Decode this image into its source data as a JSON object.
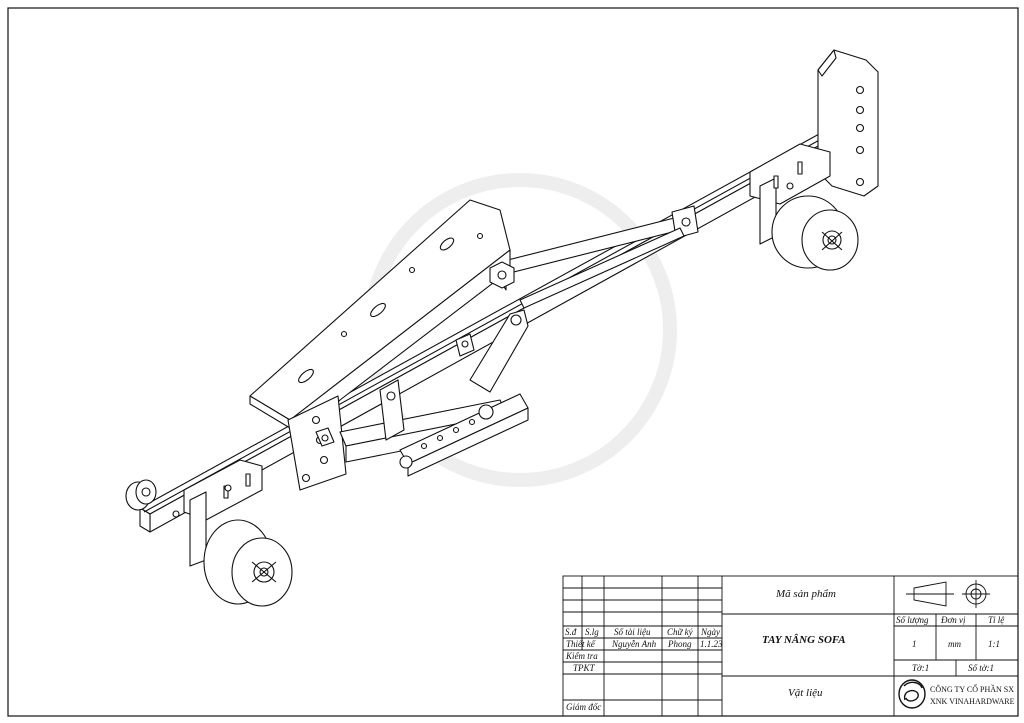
{
  "drawing": {
    "part_name": "TAY NÂNG SOFA"
  },
  "title_block": {
    "product_code_label": "Mã sản phẩm",
    "product_name": "TAY NÂNG SOFA",
    "material_label": "Vật liệu",
    "headers": {
      "sd": "S.đ",
      "slg": "S.lg",
      "so_tai_lieu": "Số tài liệu",
      "chu_ky": "Chữ ký",
      "ngay": "Ngày"
    },
    "roles": {
      "thiet_ke": "Thiết kế",
      "kiem_tra": "Kiểm tra",
      "tpkt": "TPKT",
      "giam_doc": "Giám đốc"
    },
    "designer": "Nguyễn Anh",
    "signature": "Phong",
    "date": "1.1.23",
    "quantity_label": "Số lượng",
    "unit_label": "Đơn vị",
    "scale_label": "Tỉ lệ",
    "quantity": "1",
    "unit": "mm",
    "scale": "1:1",
    "sheet": "Tờ:1",
    "sheet_count": "Số tờ:1",
    "company_line1": "CÔNG TY CỔ PHẦN SX",
    "company_line2": "XNK VINAHARDWARE"
  },
  "colors": {
    "line": "#111111",
    "paper": "#ffffff"
  }
}
